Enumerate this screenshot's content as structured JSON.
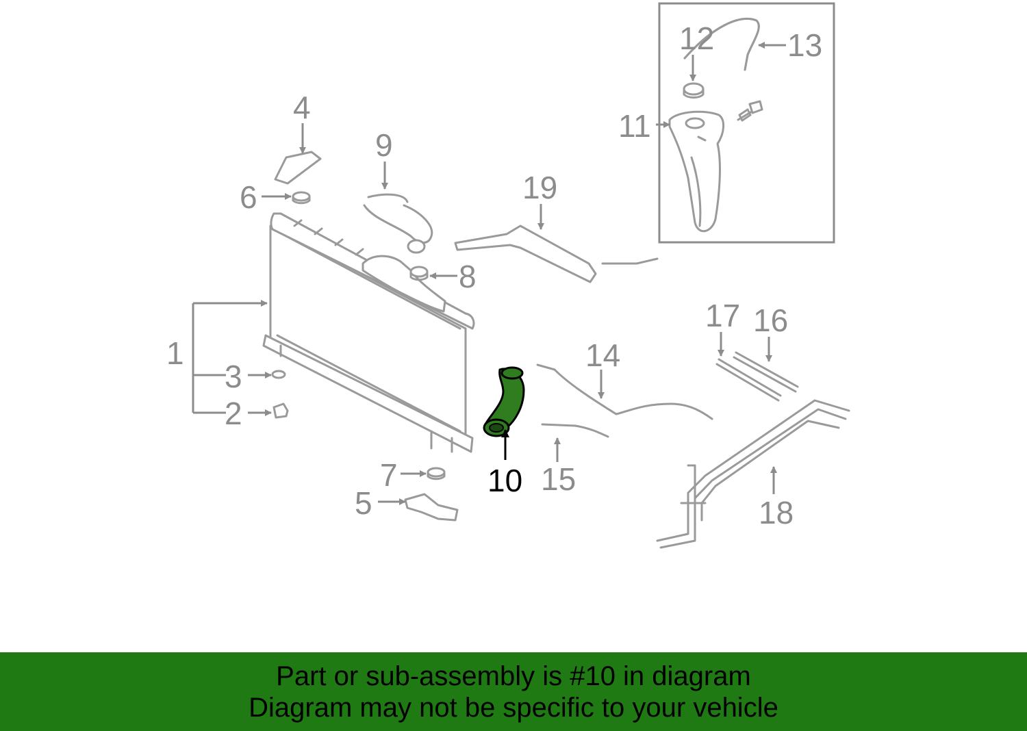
{
  "diagram": {
    "highlight_color": "#2f7d1e",
    "callout_color": "#8c8c8c",
    "callouts": {
      "c1": "1",
      "c2": "2",
      "c3": "3",
      "c4": "4",
      "c5": "5",
      "c6": "6",
      "c7": "7",
      "c8": "8",
      "c9": "9",
      "c10": "10",
      "c11": "11",
      "c12": "12",
      "c13": "13",
      "c14": "14",
      "c15": "15",
      "c16": "16",
      "c17": "17",
      "c18": "18",
      "c19": "19"
    },
    "highlighted_part": "10"
  },
  "banner": {
    "background": "#1f7a14",
    "line1": "Part or sub-assembly is #10 in diagram",
    "line2": "Diagram may not be specific to your vehicle"
  }
}
